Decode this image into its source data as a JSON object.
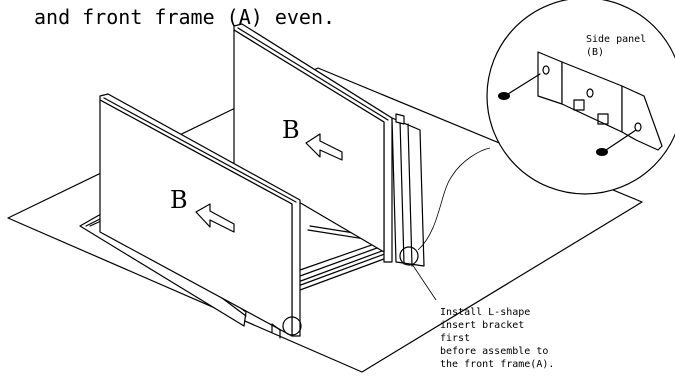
{
  "caption": "and front frame (A) even.",
  "labels": {
    "panel_back": "B",
    "panel_front": "B"
  },
  "callout": {
    "line1": "Side panel",
    "line2": "(B)"
  },
  "note": {
    "line1": "Install L-shape",
    "line2": "insert bracket",
    "line3": "first",
    "line4": "before assemble to",
    "line5": "the front frame(A)."
  }
}
